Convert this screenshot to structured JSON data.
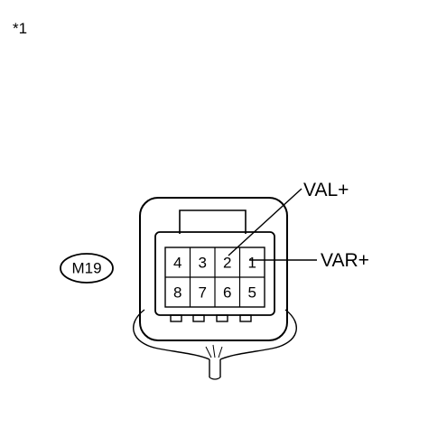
{
  "figure_ref": "*1",
  "connector": {
    "code": "M19",
    "pins_top": [
      "4",
      "3",
      "2",
      "1"
    ],
    "pins_bottom": [
      "8",
      "7",
      "6",
      "5"
    ]
  },
  "callouts": [
    {
      "label": "VAL+",
      "pin": "2"
    },
    {
      "label": "VAR+",
      "pin": "1"
    }
  ],
  "colors": {
    "ink": "#000000",
    "background": "#ffffff"
  }
}
